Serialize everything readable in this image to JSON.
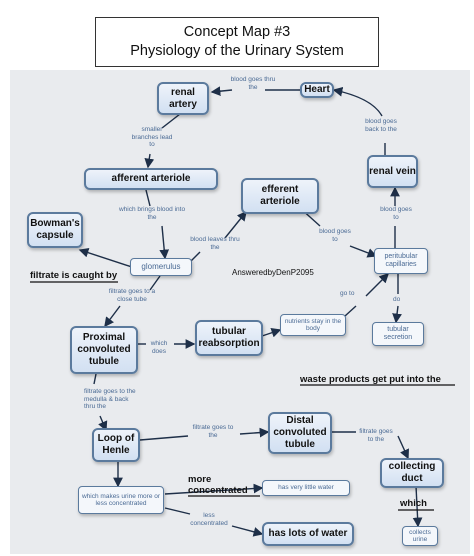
{
  "title": {
    "line1": "Concept Map #3",
    "line2": "Physiology of the Urinary System"
  },
  "watermark": "AnsweredbyDenP2095",
  "nodes": {
    "renal_artery": "renal artery",
    "heart": "Heart",
    "renal_vein": "renal vein",
    "afferent_arteriole": "afferent arteriole",
    "efferent_arteriole": "efferent arteriole",
    "bowmans_capsule": "Bowman's capsule",
    "glomerulus": "glomerulus",
    "peritubular_capillaries": "peritubular capillaries",
    "proximal_tubule": "Proximal convoluted tubule",
    "tubular_reabsorption": "tubular reabsorption",
    "nutrients_stay": "nutrients stay in the body",
    "tubular_secretion": "tubular secretion",
    "loop_of_henle": "Loop of Henle",
    "distal_tubule": "Distal convoluted tubule",
    "collecting_duct": "collecting duct",
    "makes_urine": "which makes urine more or less concentrated",
    "very_little_water": "has very little water",
    "lots_of_water": "has lots of water",
    "collects_urine": "collects urine"
  },
  "links": {
    "blood_goes_thru_the": "blood goes thru the",
    "blood_goes_back_to_the": "blood goes back to the",
    "smaller_branches_lead_to": "smaller branches lead to",
    "which_brings_blood_into_the": "which brings blood into the",
    "blood_goes_to_vein": "blood goes to",
    "blood_leaves_thru_the": "blood leaves thru the",
    "blood_goes_to": "blood goes to",
    "go_to": "go to",
    "do": "do",
    "filtrate_goes_to_a_close_tube": "filtrate goes to a close tube",
    "which_does": "which does",
    "filtrate_goes_to_the_medulla": "filtrate goes to the medulla & back thru the",
    "filtrate_goes_to_the": "filtrate goes to the",
    "filtrate_goes_to_the_2": "filtrate goes to the",
    "less_concentrated": "less concentrated"
  },
  "answers": {
    "filtrate_caught_by": "filtrate is caught by",
    "waste_products": "waste products get put into the",
    "more_concentrated": "more concentrated",
    "which": "which"
  }
}
